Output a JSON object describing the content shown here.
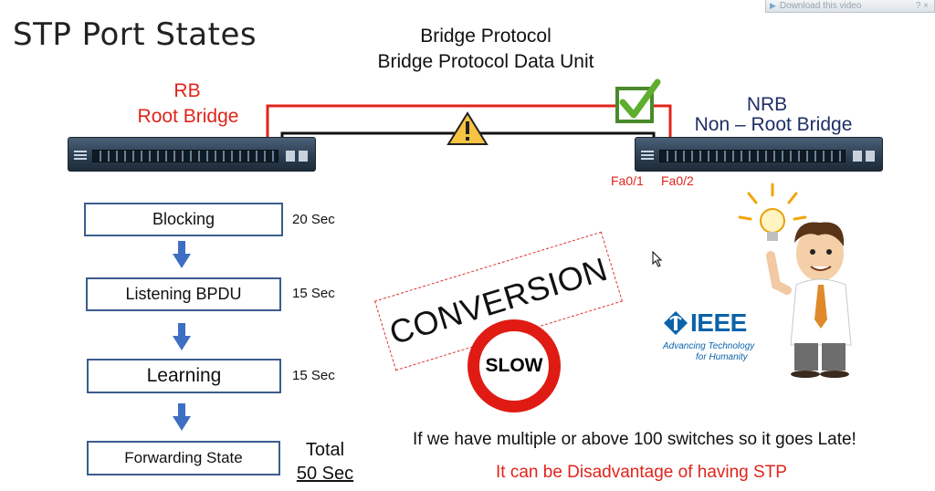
{
  "slide": {
    "title": "STP Port States",
    "protocol_line1": "Bridge Protocol",
    "protocol_line2": "Bridge Protocol Data Unit"
  },
  "root_bridge": {
    "abbr": "RB",
    "name": "Root Bridge",
    "color": "#e0241b"
  },
  "non_root_bridge": {
    "abbr": "NRB",
    "name": "Non – Root Bridge",
    "color": "#1f2f66"
  },
  "ports": {
    "left": "Fa0/1",
    "right": "Fa0/2",
    "color": "#e0241b"
  },
  "links": {
    "active_color": "#e0241b",
    "blocked_color": "#111111"
  },
  "states": [
    {
      "label": "Blocking",
      "timer": "20 Sec"
    },
    {
      "label": "Listening BPDU",
      "timer": "15 Sec"
    },
    {
      "label": "Learning",
      "timer": "15 Sec"
    },
    {
      "label": "Forwarding State",
      "timer": ""
    }
  ],
  "total": {
    "label": "Total",
    "value": "50 Sec"
  },
  "stamp": {
    "text": "CONVERSION"
  },
  "slow_sign": {
    "text": "SLOW"
  },
  "ieee": {
    "name": "IEEE",
    "tagline1": "Advancing Technology",
    "tagline2": "for Humanity"
  },
  "notes": {
    "main": "If we have multiple or above 100 switches so it goes Late!",
    "warning": "It can be Disadvantage of having STP",
    "warning_color": "#e0241b"
  },
  "download_button": {
    "label": "Download this video",
    "extra": "? ×"
  },
  "icons": {
    "arrow": "arrow-down-icon",
    "warning": "warning-icon",
    "check": "checkmark-icon",
    "idea": "lightbulb-businessman-icon",
    "cursor": "mouse-cursor-icon"
  }
}
